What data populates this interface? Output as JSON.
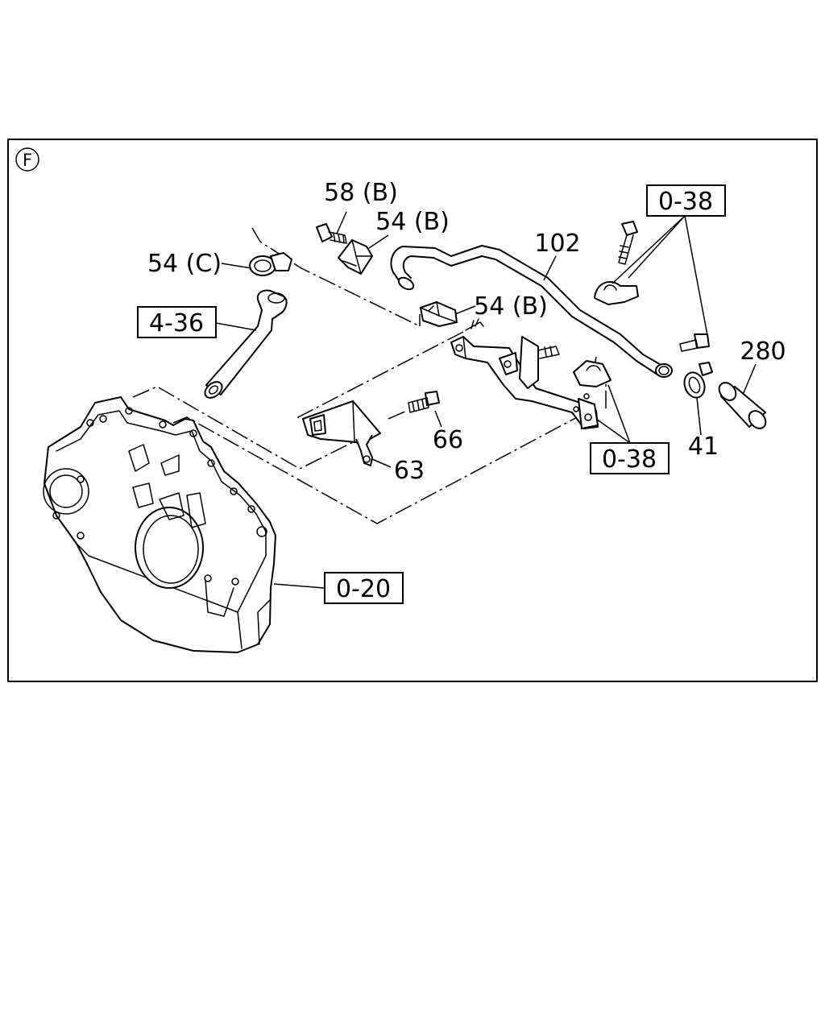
{
  "view_marker": "F",
  "labels": {
    "part_58b": "58 (B)",
    "part_54b_top": "54 (B)",
    "part_54c": "54 (C)",
    "part_54b_mid": "54 (B)",
    "part_102": "102",
    "part_280": "280",
    "part_66": "66",
    "part_63": "63",
    "part_41": "41"
  },
  "refs": {
    "ref_0_38_top": "0-38",
    "ref_4_36": "4-36",
    "ref_0_38_bottom": "0-38",
    "ref_0_20": "0-20"
  }
}
